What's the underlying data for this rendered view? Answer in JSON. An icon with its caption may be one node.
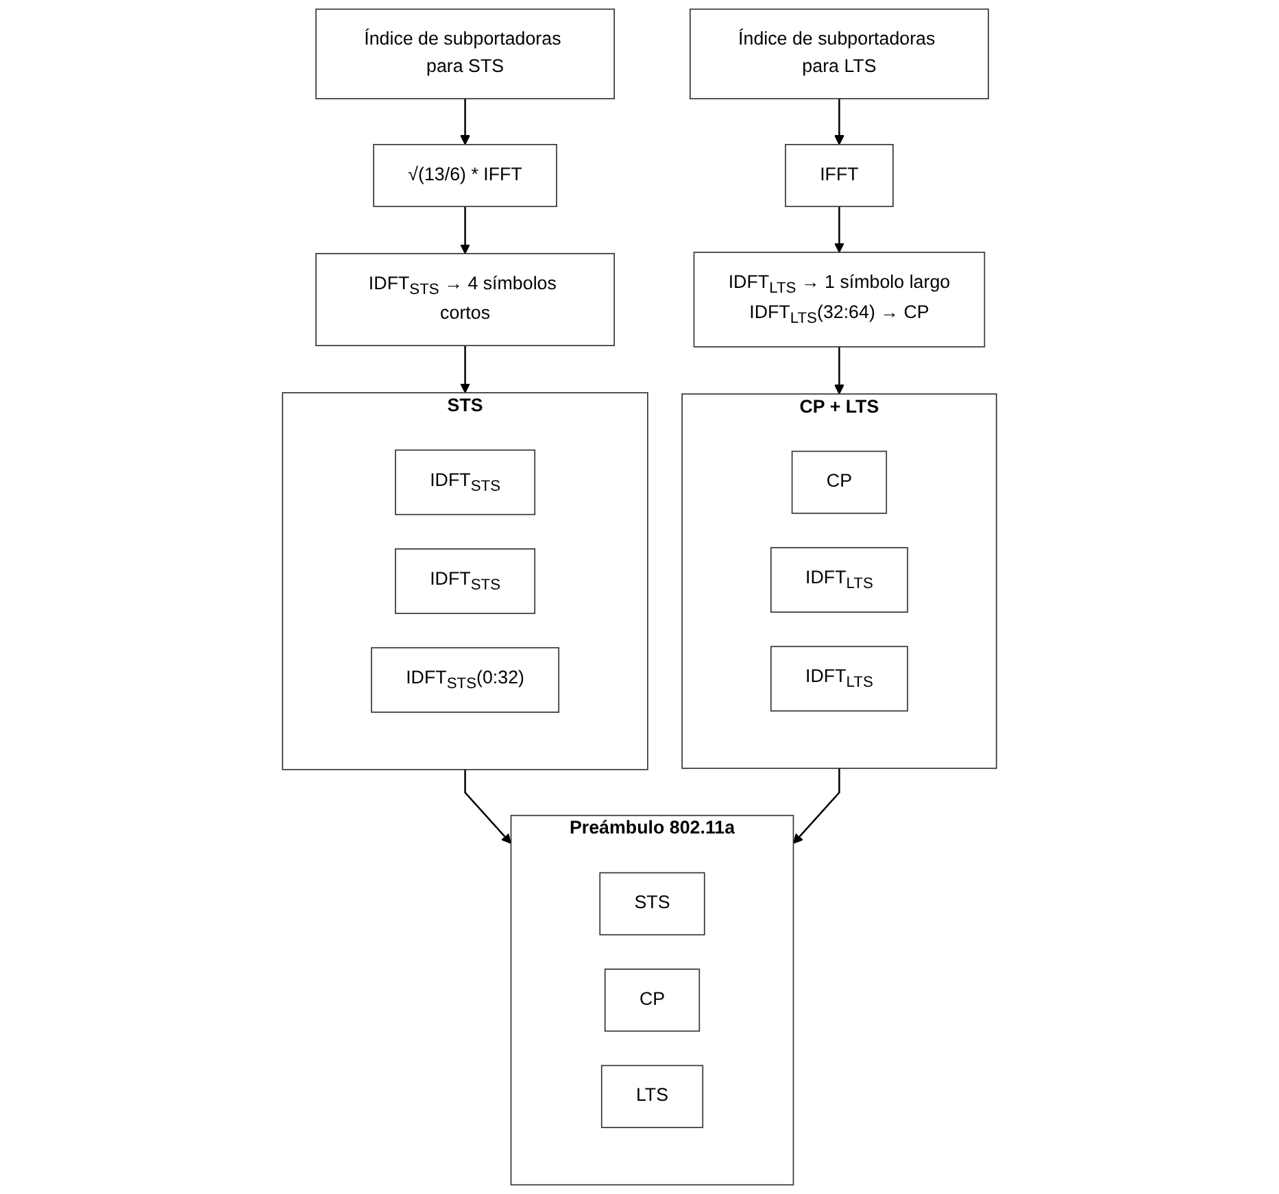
{
  "diagram": {
    "nodes": [
      {
        "text": [
          "Índice de subportadoras para STS"
        ]
      },
      {
        "text": [
          "√(13/6) * IFFT"
        ]
      },
      {
        "text": [
          "IDFT$_{STS}$ → 4 símbolos cortos"
        ]
      },
      {
        "text": [
          "STS"
        ]
      },
      {
        "text": [
          "IDFT$_{STS}$"
        ],
        "in": 3
      },
      {
        "text": [
          "IDFT$_{STS}$"
        ],
        "in": 3
      },
      {
        "text": [
          "IDFT$_{STS}$(0:32)"
        ],
        "in": 3
      },
      {
        "text": [
          "Índice de subportadoras para LTS"
        ]
      },
      {
        "text": [
          "IFFT"
        ]
      },
      {
        "text": [
          "IDFT$_{LTS}$ → 1 símbolo largo",
          "IDFT$_{LTS}$(32:64) → CP"
        ]
      },
      {
        "text": [
          "CP + LTS"
        ]
      },
      {
        "text": [
          "CP"
        ],
        "in": 10
      },
      {
        "text": [
          "IDFT$_{LTS}$"
        ],
        "in": 10
      },
      {
        "text": [
          "IDFT$_{LTS}$"
        ],
        "in": 10
      },
      {
        "text": [
          "Preámbulo 802.11a"
        ]
      },
      {
        "text": [
          "STS"
        ],
        "in": 14
      },
      {
        "text": [
          "CP"
        ],
        "in": 14
      },
      {
        "text": [
          "LTS"
        ],
        "in": 14
      }
    ],
    "edges": [
      {
        "from": 0,
        "to": 1,
        "arrow": "to"
      },
      {
        "from": 1,
        "to": 2,
        "arrow": "to"
      },
      {
        "from": 2,
        "to": 3,
        "arrow": "to"
      },
      {
        "from": 7,
        "to": 8,
        "arrow": "to"
      },
      {
        "from": 8,
        "to": 9,
        "arrow": "to"
      },
      {
        "from": 9,
        "to": 10,
        "arrow": "to"
      },
      {
        "from": 3,
        "to": 14,
        "arrow": "to"
      },
      {
        "from": 10,
        "to": 14,
        "arrow": "to"
      }
    ]
  }
}
